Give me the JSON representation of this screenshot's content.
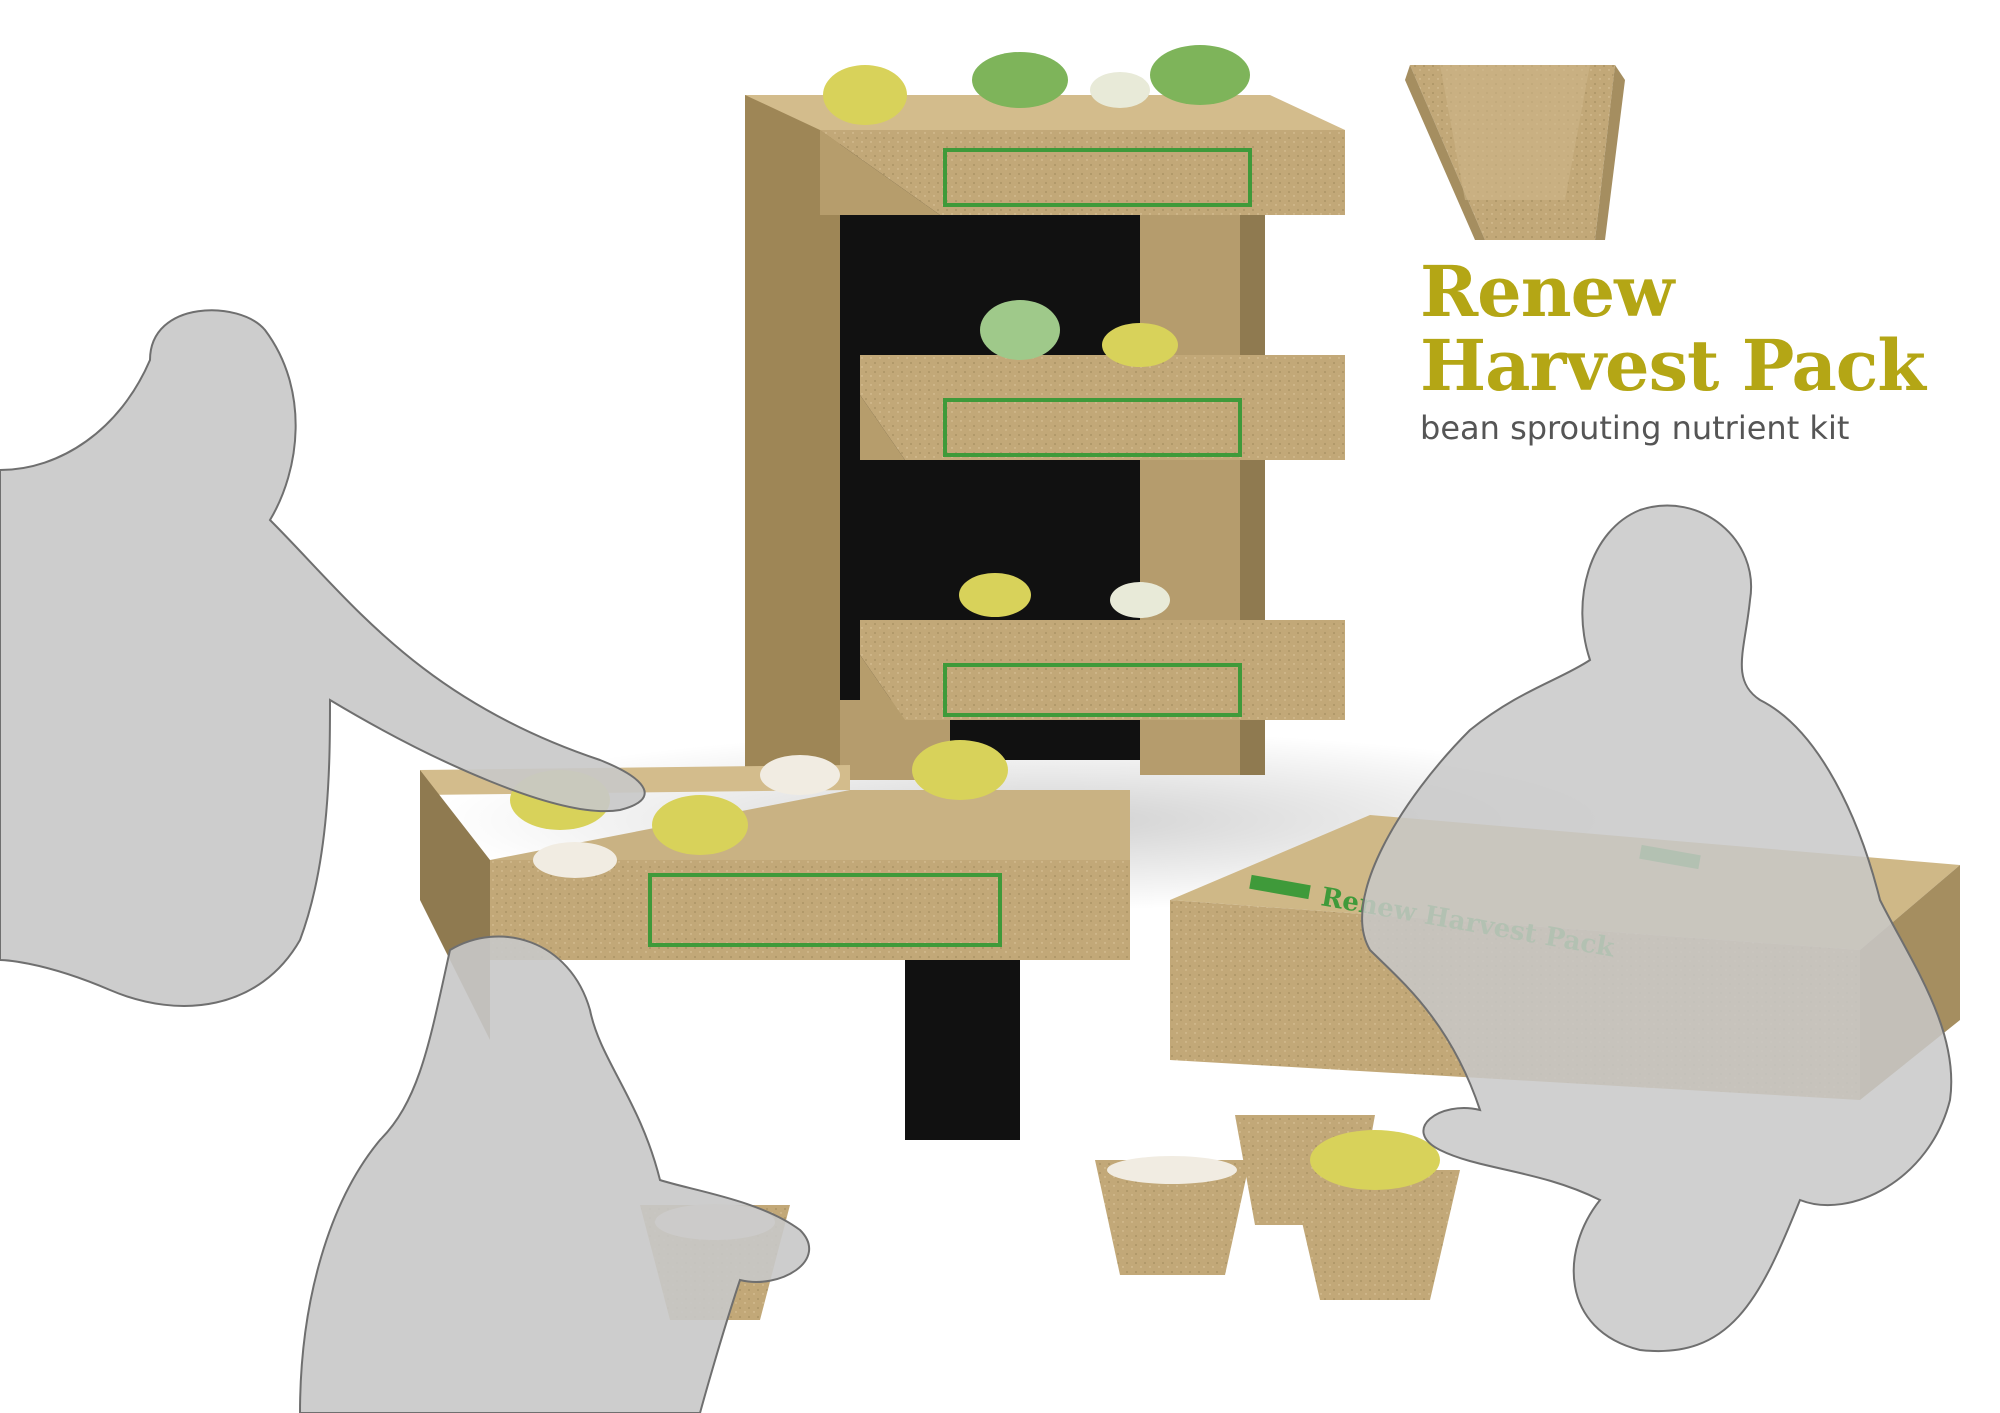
{
  "title": {
    "line1": "Renew",
    "line2": "Harvest Pack",
    "subtitle": "bean sprouting nutrient kit"
  },
  "box_print": "Renew Harvest Pack",
  "colors": {
    "title": "#b4a615",
    "subtitle": "#555555",
    "kraft": "#c2a878",
    "kraft_dark": "#a58e60",
    "interior": "#111111",
    "print_green": "#3f9a3a",
    "silhouette": "#c8c8c8",
    "silhouette_line": "#6f6f6f",
    "sprout_yellow": "#d8d25a",
    "sprout_green": "#7eb45a",
    "rice": "#f1ece2"
  }
}
